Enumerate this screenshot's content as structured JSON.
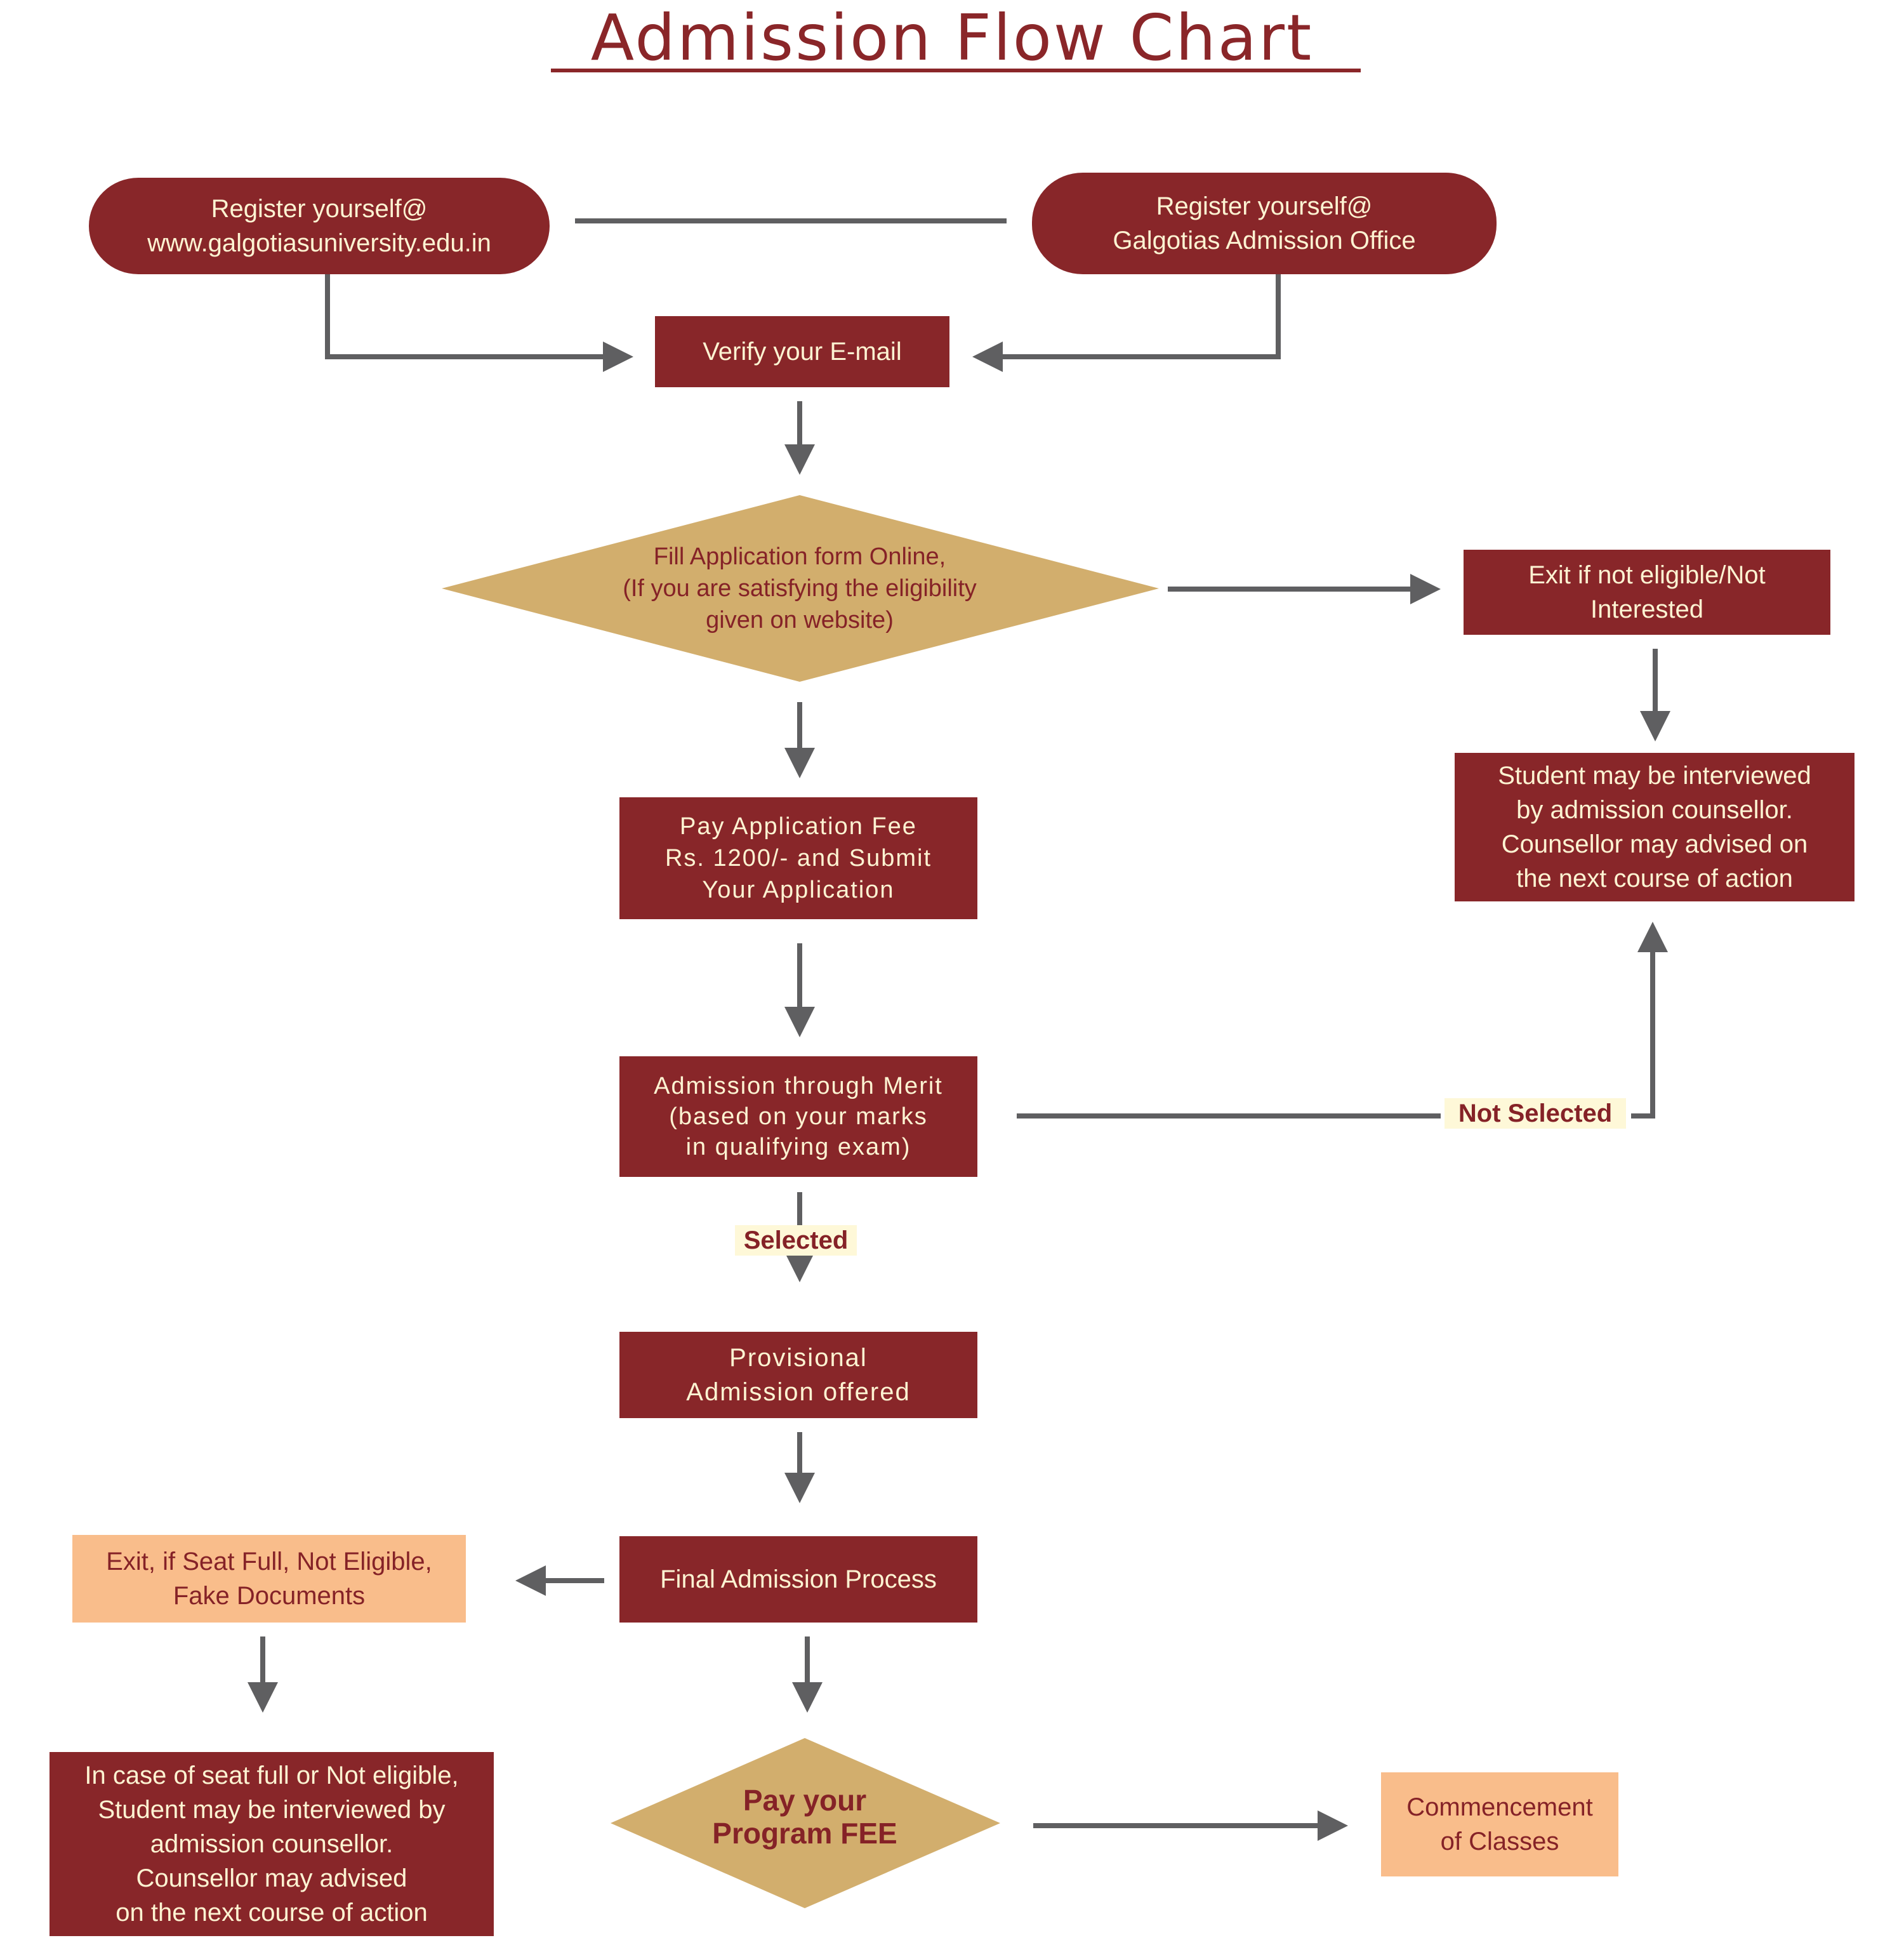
{
  "title": "Admission Flow Chart",
  "colors": {
    "node_dark": "#882629",
    "node_peach": "#f9bd8b",
    "decision": "#d2ae6d",
    "connector": "#5f5f61",
    "label_bg": "#fef8d8",
    "text_light": "#fdf3d2",
    "text_dark": "#852227"
  },
  "nodes": {
    "register_online": "Register yourself@\nwww.galgotiasuniversity.edu.in",
    "register_office": "Register yourself@\nGalgotias Admission Office",
    "verify_email": "Verify your E-mail",
    "fill_application": "Fill Application form Online,\n(If you are satisfying the eligibility\ngiven on website)",
    "exit_not_eligible": "Exit if not eligible/Not\nInterested",
    "counsellor_interview": "Student may be interviewed\nby admission counsellor.\nCounsellor may advised on\nthe next course of action",
    "pay_application_fee": "Pay Application Fee\nRs. 1200/- and Submit\nYour Application",
    "admission_merit": "Admission through Merit\n(based on your marks\nin qualifying exam)",
    "provisional_admission": "Provisional\nAdmission offered",
    "final_admission": "Final Admission Process",
    "exit_seat_full": "Exit, if Seat Full, Not Eligible,\nFake Documents",
    "seat_full_counsellor": "In case of seat full or Not eligible,\nStudent may be interviewed by\nadmission counsellor.\nCounsellor may advised\non the next course of action",
    "pay_program_fee": "Pay your\nProgram FEE",
    "commencement": "Commencement\nof Classes"
  },
  "edge_labels": {
    "selected": "Selected",
    "not_selected": "Not Selected"
  },
  "edges": [
    {
      "from": "register_online",
      "to": "register_office",
      "arrow": false
    },
    {
      "from": "register_online",
      "to": "verify_email"
    },
    {
      "from": "register_office",
      "to": "verify_email"
    },
    {
      "from": "verify_email",
      "to": "fill_application"
    },
    {
      "from": "fill_application",
      "to": "exit_not_eligible"
    },
    {
      "from": "exit_not_eligible",
      "to": "counsellor_interview"
    },
    {
      "from": "fill_application",
      "to": "pay_application_fee"
    },
    {
      "from": "pay_application_fee",
      "to": "admission_merit"
    },
    {
      "from": "admission_merit",
      "to": "counsellor_interview",
      "label": "Not Selected"
    },
    {
      "from": "admission_merit",
      "to": "provisional_admission",
      "label": "Selected"
    },
    {
      "from": "provisional_admission",
      "to": "final_admission"
    },
    {
      "from": "final_admission",
      "to": "exit_seat_full"
    },
    {
      "from": "exit_seat_full",
      "to": "seat_full_counsellor"
    },
    {
      "from": "final_admission",
      "to": "pay_program_fee"
    },
    {
      "from": "pay_program_fee",
      "to": "commencement"
    }
  ]
}
